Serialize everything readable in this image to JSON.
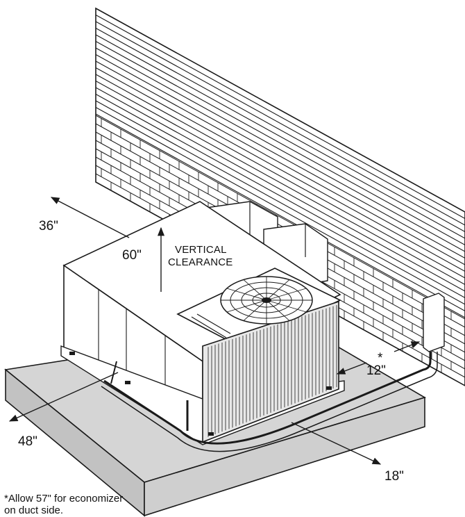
{
  "diagram": {
    "dimensions": {
      "rear": "36\"",
      "vertical_value": "60\"",
      "vertical_label_line1": "VERTICAL",
      "vertical_label_line2": "CLEARANCE",
      "front_left": "48\"",
      "front_right": "18\"",
      "side_asterisk": "*",
      "side": "12\""
    },
    "footnote": {
      "line1": "*Allow 57\" for economizer",
      "line2": "on duct side."
    }
  }
}
